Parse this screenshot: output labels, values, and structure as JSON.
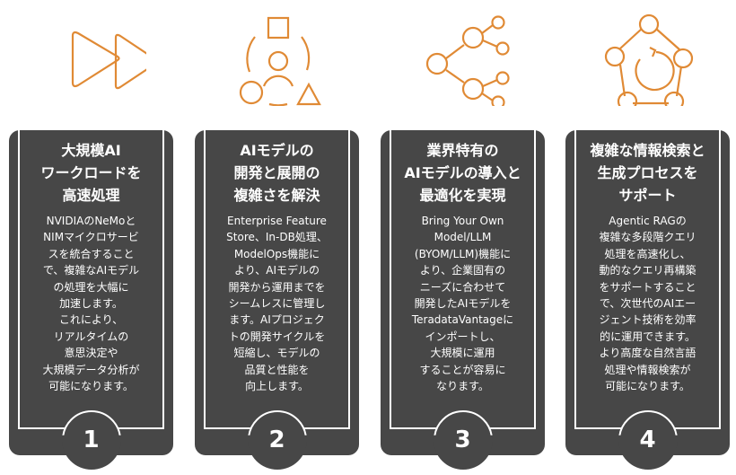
{
  "accent_color": "#E08A35",
  "card_color": "#474747",
  "columns": [
    {
      "number": "1",
      "icon": "fast-forward-icon",
      "title": [
        "大規模AI",
        "ワークロードを",
        "高速処理"
      ],
      "body": [
        "NVIDIAのNeMoと",
        "NIMマイクロサービ",
        "スを統合すること",
        "で、複雑なAIモデル",
        "の処理を大幅に",
        "加速します。",
        "これにより、",
        "リアルタイムの",
        "意思決定や",
        "大規模データ分析が",
        "可能になります。"
      ]
    },
    {
      "number": "2",
      "icon": "user-shapes-cycle-icon",
      "title": [
        "AIモデルの",
        "開発と展開の",
        "複雑さを解決"
      ],
      "body": [
        "Enterprise Feature",
        "Store、In-DB処理、",
        "ModelOps機能に",
        "より、AIモデルの",
        "開発から運用までを",
        "シームレスに管理し",
        "ます。AIプロジェク",
        "トの開発サイクルを",
        "短縮し、モデルの",
        "品質と性能を",
        "向上します。"
      ]
    },
    {
      "number": "3",
      "icon": "branching-network-icon",
      "title": [
        "業界特有の",
        "AIモデルの導入と",
        "最適化を実現"
      ],
      "body": [
        "Bring Your Own",
        "Model/LLM",
        "(BYOM/LLM)機能に",
        "より、企業固有の",
        "ニーズに合わせて",
        "開発したAIモデルを",
        "TeradataVantageに",
        "インポートし、",
        "大規模に運用",
        "することが容易に",
        "なります。"
      ]
    },
    {
      "number": "4",
      "icon": "pentagon-cycle-icon",
      "title": [
        "複雑な情報検索と",
        "生成プロセスを",
        "サポート"
      ],
      "body": [
        "Agentic RAGの",
        "複雑な多段階クエリ",
        "処理を高速化し、",
        "動的なクエリ再構築",
        "をサポートすること",
        "で、次世代のAIエー",
        "ジェント技術を効率",
        "的に運用できます。",
        "より高度な自然言語",
        "処理や情報検索が",
        "可能になります。"
      ]
    }
  ]
}
